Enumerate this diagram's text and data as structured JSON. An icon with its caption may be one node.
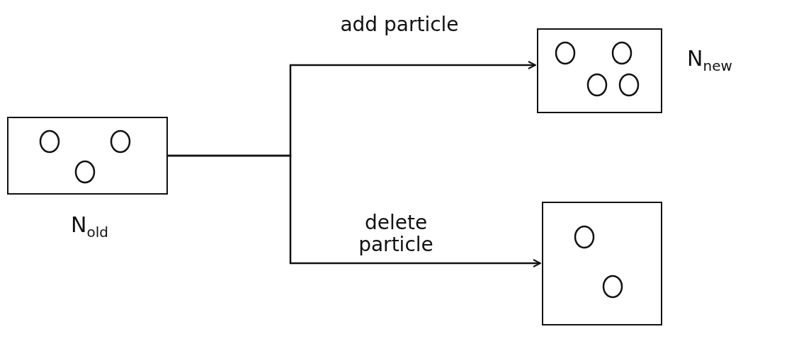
{
  "diagram": {
    "nodes": [
      {
        "text": [],
        "shape": "box",
        "beside": [
          "N$_{old}$"
        ]
      },
      {
        "text": [],
        "shape": "box",
        "beside": [
          "N$_{new}$"
        ]
      },
      {
        "text": [],
        "shape": "box"
      }
    ],
    "edges": [
      {
        "from": 0,
        "to": 1,
        "arrow": "to",
        "label": "add particle"
      },
      {
        "from": 0,
        "to": 2,
        "arrow": "to",
        "label": "delete particle"
      }
    ]
  }
}
